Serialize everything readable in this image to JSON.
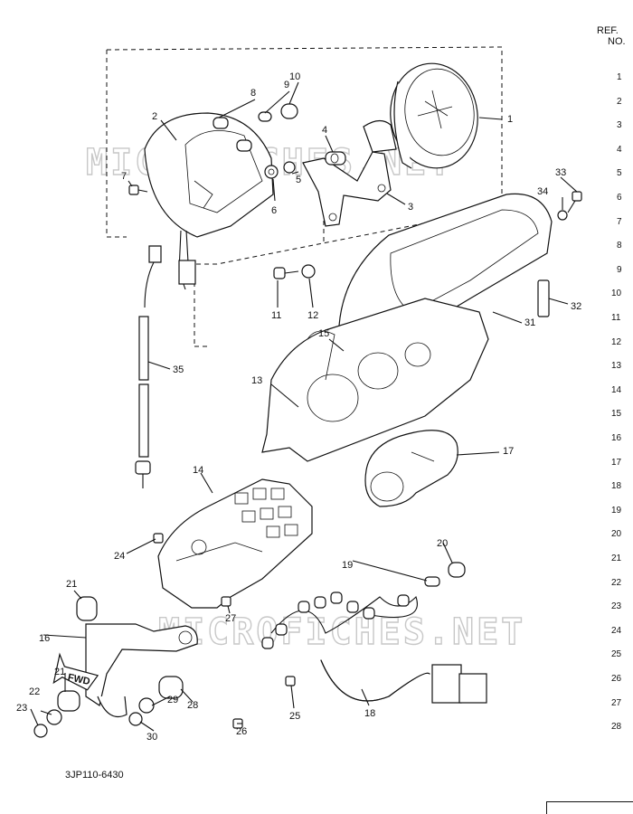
{
  "ref_column": {
    "heading_line1": "REF.",
    "heading_line2": "NO.",
    "numbers": [
      "1",
      "2",
      "3",
      "4",
      "5",
      "6",
      "7",
      "8",
      "9",
      "10",
      "11",
      "12",
      "13",
      "14",
      "15",
      "16",
      "17",
      "18",
      "19",
      "20",
      "21",
      "22",
      "23",
      "24",
      "25",
      "26",
      "27",
      "28"
    ]
  },
  "callouts": {
    "c1": "1",
    "c2": "2",
    "c3": "3",
    "c4": "4",
    "c5": "5",
    "c6": "6",
    "c7": "7",
    "c8": "8",
    "c9": "9",
    "c10": "10",
    "c11": "11",
    "c12": "12",
    "c13": "13",
    "c14": "14",
    "c15": "15",
    "c16": "16",
    "c17": "17",
    "c18": "18",
    "c19": "19",
    "c20": "20",
    "c21a": "21",
    "c21b": "21",
    "c22": "22",
    "c23": "23",
    "c24": "24",
    "c25": "25",
    "c26": "26",
    "c27": "27",
    "c28": "28",
    "c29": "29",
    "c30": "30",
    "c31": "31",
    "c32": "32",
    "c33": "33",
    "c34": "34",
    "c35": "35"
  },
  "fwd_label": "FWD",
  "drawing_code": "3JP110-6430",
  "watermark_text": "MICROFICHES.NET"
}
